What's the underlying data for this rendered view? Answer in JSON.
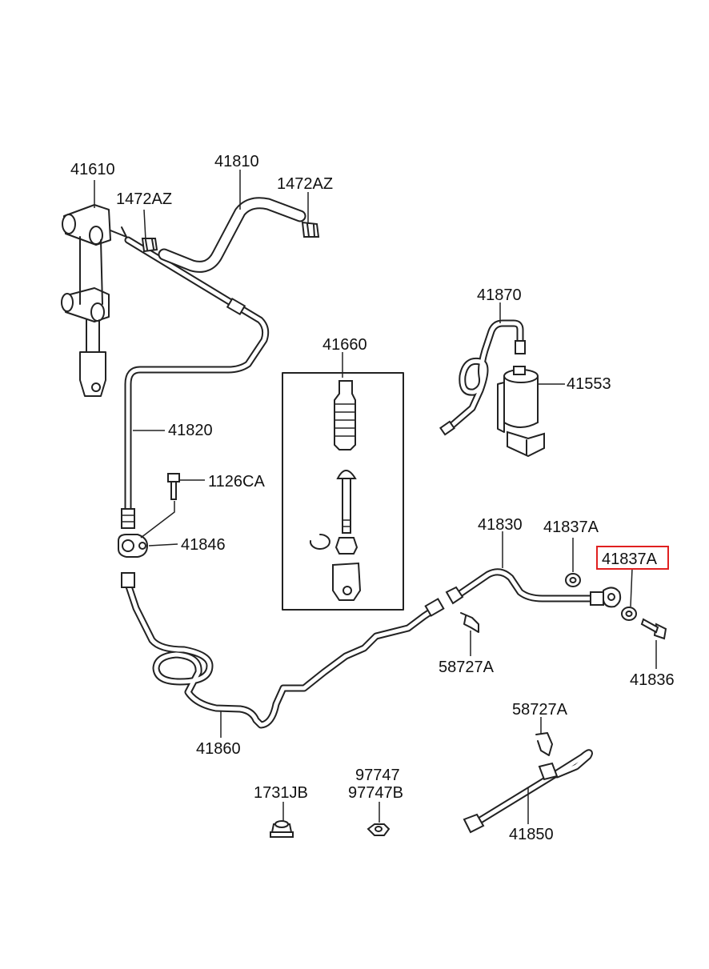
{
  "diagram": {
    "labels": {
      "p41610": "41610",
      "p1472az_a": "1472AZ",
      "p41810": "41810",
      "p1472az_b": "1472AZ",
      "p41870": "41870",
      "p41553": "41553",
      "p41660": "41660",
      "p41820": "41820",
      "p1126ca": "1126CA",
      "p41846": "41846",
      "p41830": "41830",
      "p41837a_a": "41837A",
      "p41837a_b": "41837A",
      "p58727a_a": "58727A",
      "p41836": "41836",
      "p41860": "41860",
      "p58727a_b": "58727A",
      "p1731jb": "1731JB",
      "p97747": "97747",
      "p97747b": "97747B",
      "p41850": "41850"
    },
    "highlighted_part": "41837A",
    "highlight_color": "#e02020"
  }
}
